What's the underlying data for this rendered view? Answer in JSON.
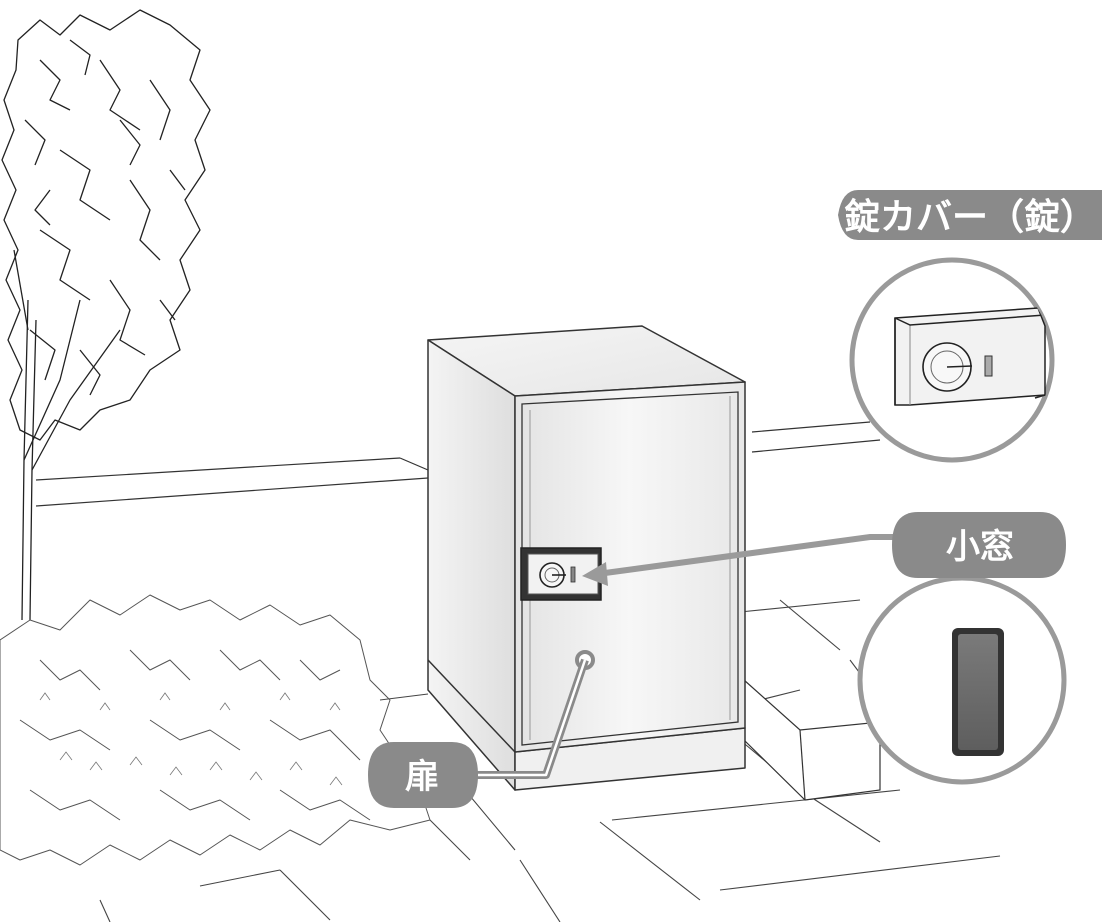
{
  "labels": {
    "lock_cover": "錠カバー（錠）",
    "small_window": "小窓",
    "door": "扉"
  },
  "colors": {
    "label_bg": "#8a8a8a",
    "label_text": "#ffffff",
    "line_art": "#333333",
    "window_fill": "#6e6e6e",
    "leader_line": "#9a9a9a"
  }
}
